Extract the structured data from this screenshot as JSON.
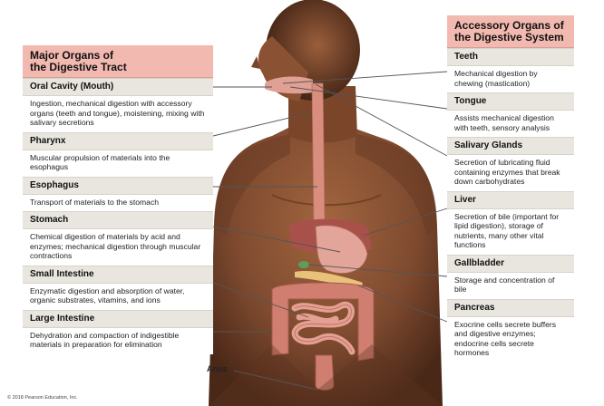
{
  "left_panel": {
    "header": "Major Organs of\nthe Digestive Tract",
    "items": [
      {
        "title": "Oral Cavity (Mouth)",
        "desc": "Ingestion, mechanical digestion with accessory organs (teeth and tongue), moistening, mixing with salivary secretions"
      },
      {
        "title": "Pharynx",
        "desc": "Muscular propulsion of materials into the esophagus"
      },
      {
        "title": "Esophagus",
        "desc": "Transport of materials to the stomach"
      },
      {
        "title": "Stomach",
        "desc": "Chemical digestion of materials by acid and enzymes; mechanical digestion through muscular contractions"
      },
      {
        "title": "Small Intestine",
        "desc": "Enzymatic digestion and absorption of water, organic substrates, vitamins, and ions"
      },
      {
        "title": "Large Intestine",
        "desc": "Dehydration and compaction of indigestible materials in preparation for elimination"
      }
    ]
  },
  "right_panel": {
    "header": "Accessory Organs of\nthe Digestive System",
    "items": [
      {
        "title": "Teeth",
        "desc": "Mechanical digestion by chewing (mastication)"
      },
      {
        "title": "Tongue",
        "desc": "Assists mechanical digestion with teeth, sensory analysis"
      },
      {
        "title": "Salivary Glands",
        "desc": "Secretion of lubricating fluid containing enzymes that break down carbohydrates"
      },
      {
        "title": "Liver",
        "desc": "Secretion of bile (important for lipid digestion), storage of nutrients, many other vital functions"
      },
      {
        "title": "Gallbladder",
        "desc": "Storage and concentration of bile"
      },
      {
        "title": "Pancreas",
        "desc": "Exocrine cells secrete buffers and digestive enzymes; endocrine cells secrete hormones"
      }
    ]
  },
  "anus_label": "Anus",
  "copyright": "© 2018 Pearson Education, Inc.",
  "colors": {
    "header_bg": "#f2b9b0",
    "title_bg": "#e9e6df",
    "skin": "#8a5033",
    "organ": "#d98d7e",
    "leader_line": "#555555"
  }
}
